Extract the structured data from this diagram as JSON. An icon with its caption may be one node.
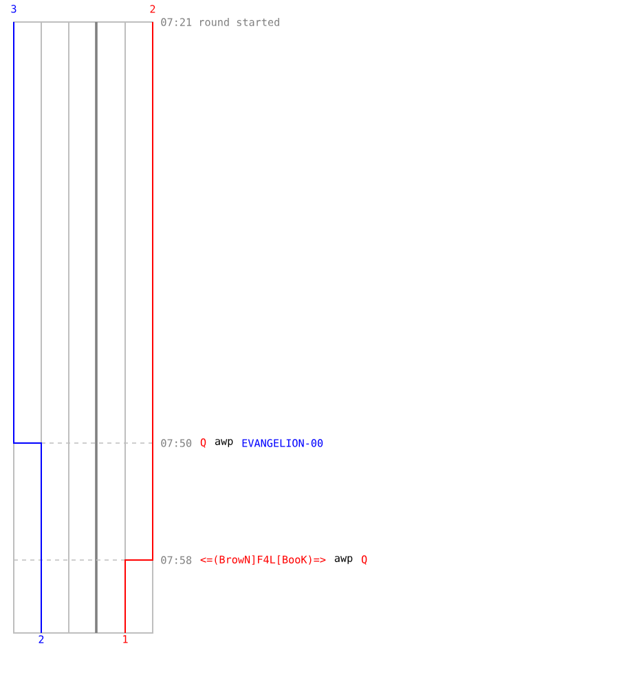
{
  "diagram": {
    "labels": [
      "3",
      "2",
      "07:21 round started",
      "07:50",
      "Q",
      "awp",
      "EVANGELION-00",
      "07:58",
      "<=(BrowN]F4L[BooK)=>",
      "awp",
      "Q",
      "2",
      "1"
    ]
  }
}
